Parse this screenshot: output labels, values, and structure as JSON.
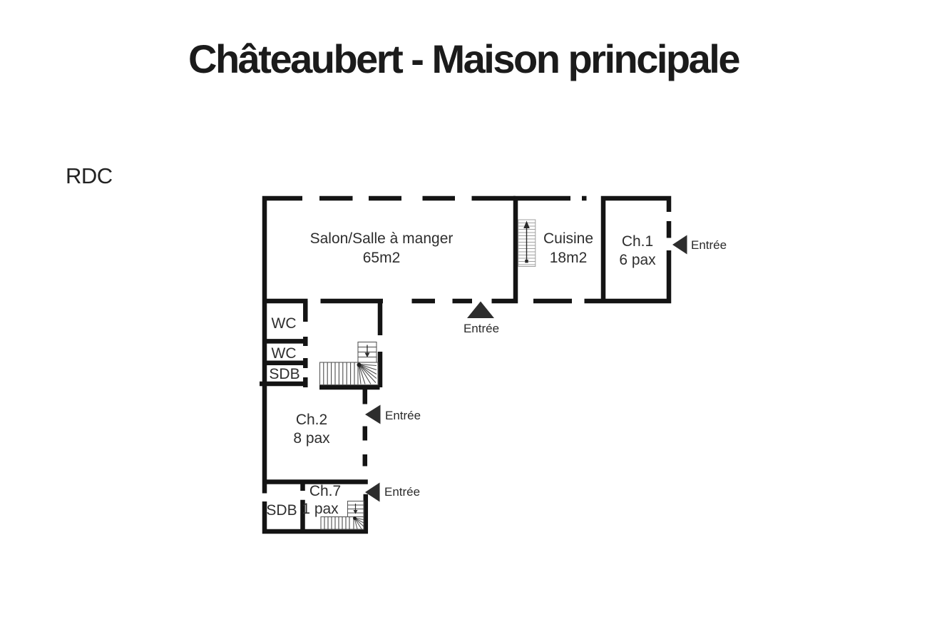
{
  "title": "Châteaubert - Maison principale",
  "floor": {
    "label": "RDC"
  },
  "rooms": {
    "salon": {
      "name": "Salon/Salle à manger",
      "area": "65m2"
    },
    "cuisine": {
      "name": "Cuisine",
      "area": "18m2"
    },
    "ch1": {
      "name": "Ch.1",
      "capacity": "6 pax"
    },
    "wc_top": {
      "name": "WC"
    },
    "wc_mid": {
      "name": "WC"
    },
    "sdb_mid": {
      "name": "SDB"
    },
    "ch2": {
      "name": "Ch.2",
      "capacity": "8 pax"
    },
    "sdb_low": {
      "name": "SDB"
    },
    "ch7": {
      "name": "Ch.7",
      "capacity": "1 pax"
    }
  },
  "entrances": {
    "main": {
      "label": "Entrée"
    },
    "ch1": {
      "label": "Entrée"
    },
    "ch2": {
      "label": "Entrée"
    },
    "ch7": {
      "label": "Entrée"
    }
  },
  "colors": {
    "background": "#ffffff",
    "wall": "#141414",
    "entrance_marker": "#2d2d2d",
    "label_text": "#2e2e2e"
  }
}
